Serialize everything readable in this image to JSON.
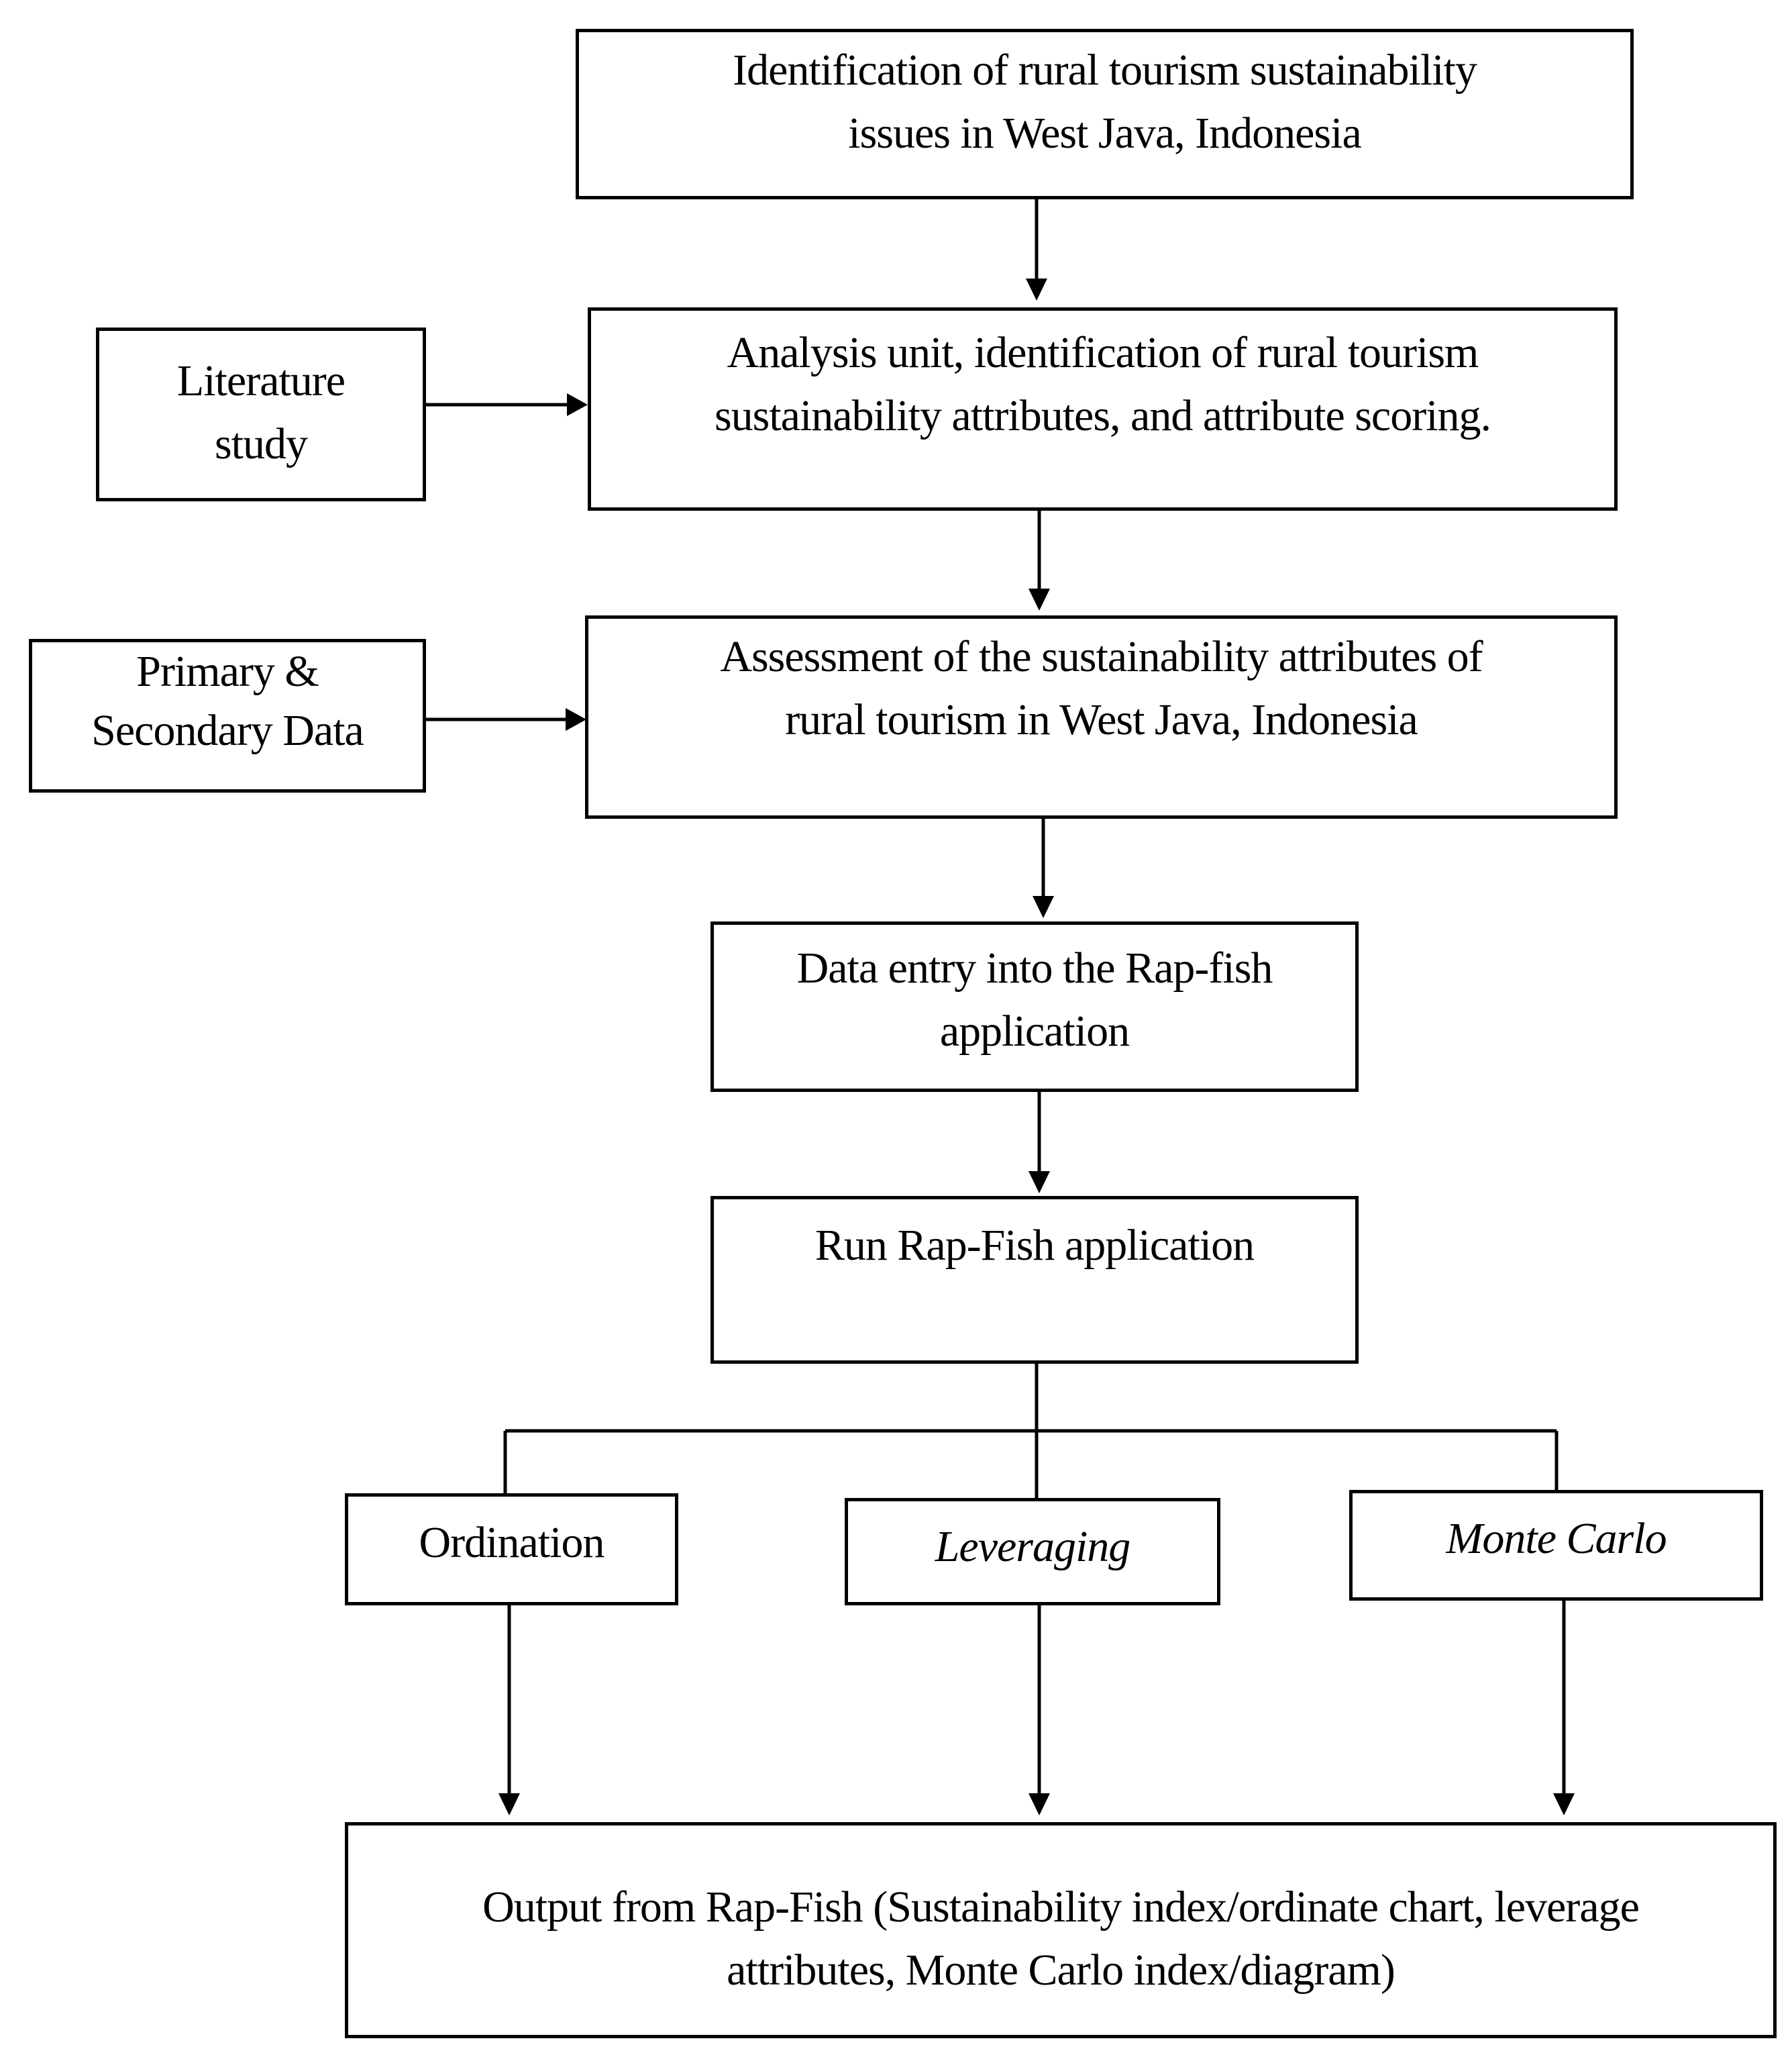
{
  "diagram": {
    "type": "flowchart",
    "nodes": [
      {
        "id": "issues",
        "label": "Identification of rural tourism sustainability\nissues in West Java, Indonesia"
      },
      {
        "id": "literature",
        "label": "Literature\nstudy"
      },
      {
        "id": "analysis",
        "label": "Analysis unit, identification of rural tourism\nsustainability attributes, and attribute scoring."
      },
      {
        "id": "data",
        "label": "Primary &\nSecondary Data"
      },
      {
        "id": "assessment",
        "label": "Assessment of the sustainability attributes of\nrural tourism in West Java, Indonesia"
      },
      {
        "id": "entry",
        "label": "Data entry into the Rap-fish\napplication"
      },
      {
        "id": "run",
        "label": "Run Rap-Fish application"
      },
      {
        "id": "ordination",
        "label": "Ordination"
      },
      {
        "id": "leveraging",
        "label": "Leveraging"
      },
      {
        "id": "montecarlo",
        "label": "Monte Carlo"
      },
      {
        "id": "output",
        "label": "Output from Rap-Fish (Sustainability index/ordinate chart, leverage\nattributes, Monte Carlo index/diagram)"
      }
    ],
    "edges": [
      {
        "from": "issues",
        "to": "analysis"
      },
      {
        "from": "literature",
        "to": "analysis"
      },
      {
        "from": "analysis",
        "to": "assessment"
      },
      {
        "from": "data",
        "to": "assessment"
      },
      {
        "from": "assessment",
        "to": "entry"
      },
      {
        "from": "entry",
        "to": "run"
      },
      {
        "from": "run",
        "to": "ordination"
      },
      {
        "from": "run",
        "to": "leveraging"
      },
      {
        "from": "run",
        "to": "montecarlo"
      },
      {
        "from": "ordination",
        "to": "output"
      },
      {
        "from": "leveraging",
        "to": "output"
      },
      {
        "from": "montecarlo",
        "to": "output"
      }
    ]
  }
}
